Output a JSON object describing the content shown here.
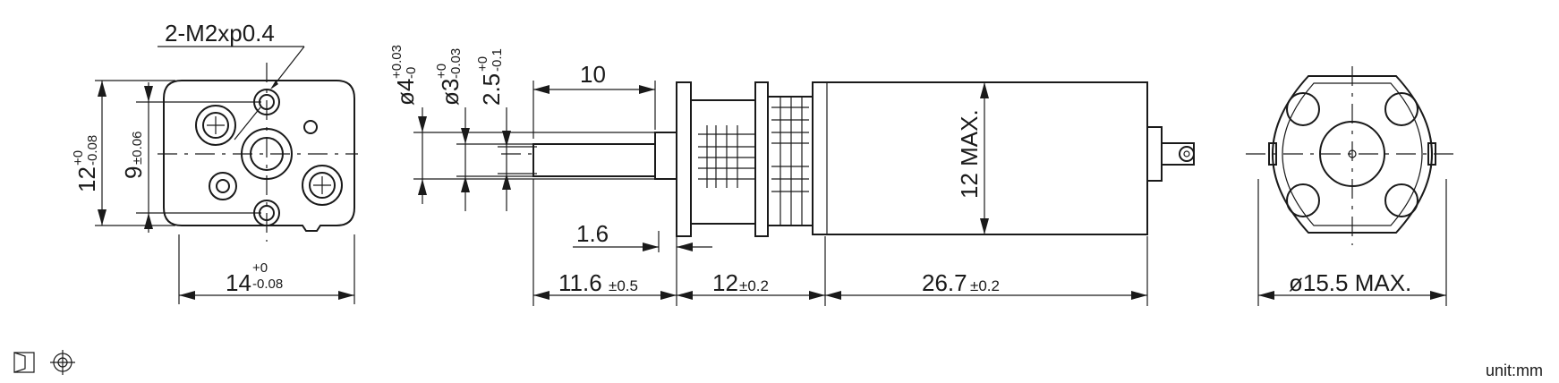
{
  "front_view": {
    "thread_label": "2-M2xp0.4",
    "height_dim": {
      "base": "12",
      "tol_upper": "+0",
      "tol_lower": "-0.08"
    },
    "hole_spacing_dim": {
      "base": "9",
      "tol": "±0.06"
    },
    "width_dim": {
      "base": "14",
      "tol_upper": "+0",
      "tol_lower": "-0.08"
    }
  },
  "side_view": {
    "dia4": {
      "base": "ø4",
      "tol_upper": "+0.03",
      "tol_lower": "-0"
    },
    "dia3": {
      "base": "ø3",
      "tol_upper": "+0",
      "tol_lower": "-0.03"
    },
    "dia25": {
      "base": "2.5",
      "tol_upper": "+0",
      "tol_lower": "-0.1"
    },
    "shaft_len": "10",
    "flange_gap": "1.6",
    "motor_dia": "12 MAX.",
    "len_shaft": {
      "base": "11.6",
      "tol": "±0.5"
    },
    "len_gearbox": {
      "base": "12",
      "tol": "±0.2"
    },
    "len_motor": {
      "base": "26.7",
      "tol": "±0.2"
    }
  },
  "end_view": {
    "diameter": "ø15.5 MAX."
  },
  "footer": {
    "projection_symbol": "first-angle-projection-icon",
    "unit": "unit:mm"
  }
}
